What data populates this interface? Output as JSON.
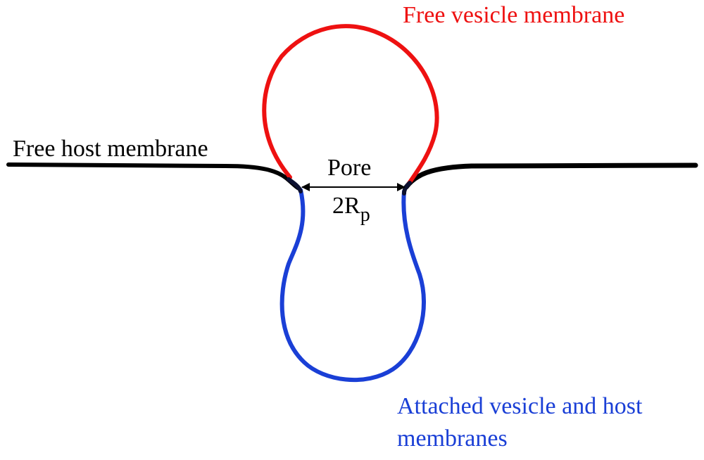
{
  "colors": {
    "free_vesicle": "#ee1111",
    "attached": "#1a3fd6",
    "host": "#000000",
    "neck": "#0c1030"
  },
  "labels": {
    "free_vesicle_membrane": "Free vesicle membrane",
    "free_host_membrane": "Free host membrane",
    "pore": "Pore",
    "pore_size_main": "2R",
    "pore_size_sub": "p",
    "attached_line1": "Attached vesicle and host",
    "attached_line2": "membranes"
  }
}
